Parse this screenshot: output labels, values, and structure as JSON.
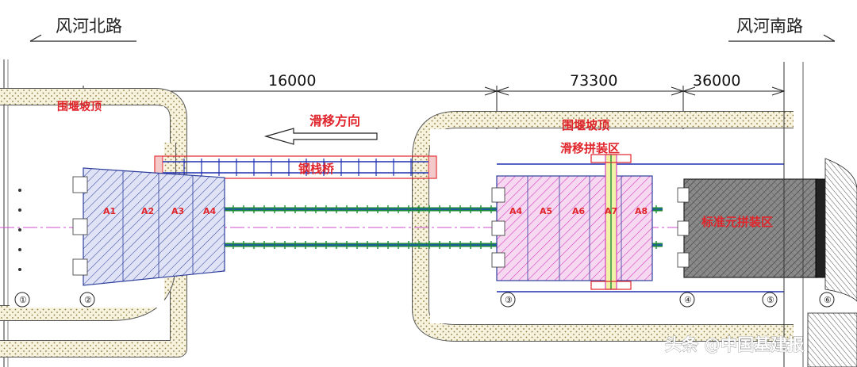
{
  "roads": {
    "north": "风河北路",
    "south": "风河南路"
  },
  "dimensions": {
    "d1": "16000",
    "d2": "73300",
    "d3": "36000"
  },
  "labels": {
    "cofferdam_left": "围堰坡顶",
    "cofferdam_right": "围堰坡顶",
    "slide_direction": "滑移方向",
    "steel_trestle": "钢栈桥",
    "slide_assembly_area": "滑移拼装区",
    "standard_span_area": "标准元拼装区"
  },
  "segments_left": [
    "A1",
    "A2",
    "A3",
    "A4"
  ],
  "segments_right": [
    "A4",
    "A5",
    "A6",
    "A7",
    "A8"
  ],
  "axis_numbers": [
    "①",
    "②",
    "③",
    "④",
    "⑤",
    "⑥"
  ],
  "watermark": "头条 @中国基建报",
  "colors": {
    "red_text": "#e0262c",
    "blue_hatch": "#2f3f9e",
    "magenta_hatch": "#d63fc4",
    "rail_green": "#1e8a3a",
    "rail_blue": "#1f4fbf",
    "gray_block": "#6a6a6a"
  }
}
